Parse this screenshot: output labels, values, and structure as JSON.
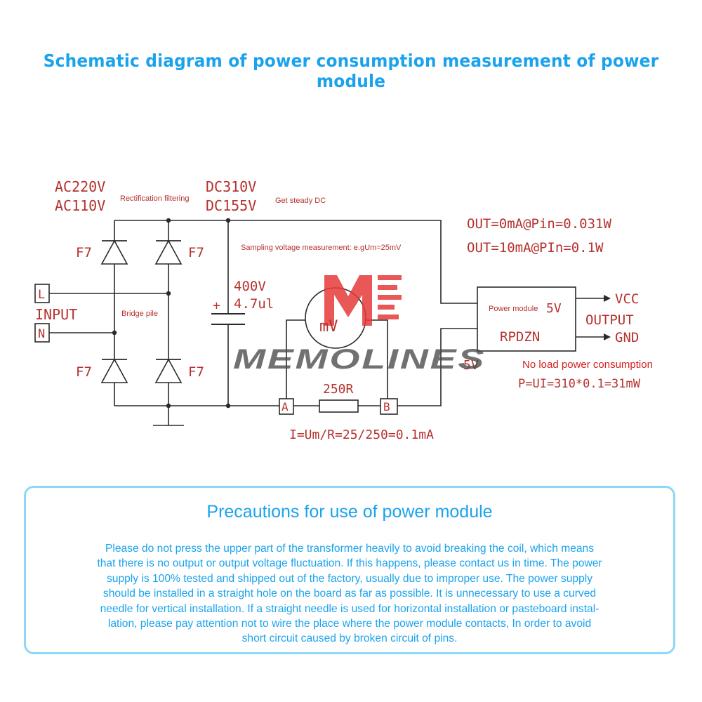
{
  "title": "Schematic diagram of power consumption measurement of power module",
  "schematic": {
    "ac_voltage_1": "AC220V",
    "ac_voltage_2": "AC110V",
    "rectification_label": "Rectification filtering",
    "dc_voltage_1": "DC310V",
    "dc_voltage_2": "DC155V",
    "steady_dc_label": "Get steady DC",
    "sampling_label": "Sampling voltage measurement: e.gUm=25mV",
    "out_spec_1": "OUT=0mA@Pin=0.031W",
    "out_spec_2": "OUT=10mA@PIn=0.1W",
    "diode_label": "F7",
    "terminal_l": "L",
    "terminal_n": "N",
    "input_label": "INPUT",
    "bridge_label": "Bridge pile",
    "cap_voltage": "400V",
    "cap_value": "4.7ul",
    "cap_plus": "+",
    "meter_label": "mV",
    "module_prefix": "Power module",
    "module_voltage": "5V",
    "module_name": "RPDZN",
    "vcc_label": "VCC",
    "output_label": "OUTPUT",
    "gnd_label": "GND",
    "no_load_label": "No load power consumption",
    "power_formula": "P=UI=310*0.1=31mW",
    "five_v_label": "5V",
    "resistor_label": "250R",
    "terminal_a": "A",
    "terminal_b": "B",
    "current_formula": "I=Um/R=25/250=0.1mA",
    "watermark": "MEMOLINES",
    "logo_color": "#e63a3a"
  },
  "precautions": {
    "title": "Precautions for use of power module",
    "lines": [
      "Please do not press the upper part of the transformer heavily to avoid breaking the coil, which means",
      "that there is no output or output voltage fluctuation. If this happens, please contact us in time. The power",
      "supply is 100% tested and shipped out of the factory, usually due to improper use. The power supply",
      "should be installed in a straight hole on the board as far as possible. It is unnecessary to use a curved",
      "needle for vertical installation. If a straight needle is used for horizontal installation or pasteboard instal-",
      "lation, please pay attention not to wire the place where the power module contacts, In order to avoid",
      "short circuit caused by broken circuit of pins."
    ]
  },
  "colors": {
    "title_blue": "#1aa3ec",
    "schematic_red": "#b5322f",
    "note_red": "#d42020",
    "box_border": "#8ed8f7"
  }
}
